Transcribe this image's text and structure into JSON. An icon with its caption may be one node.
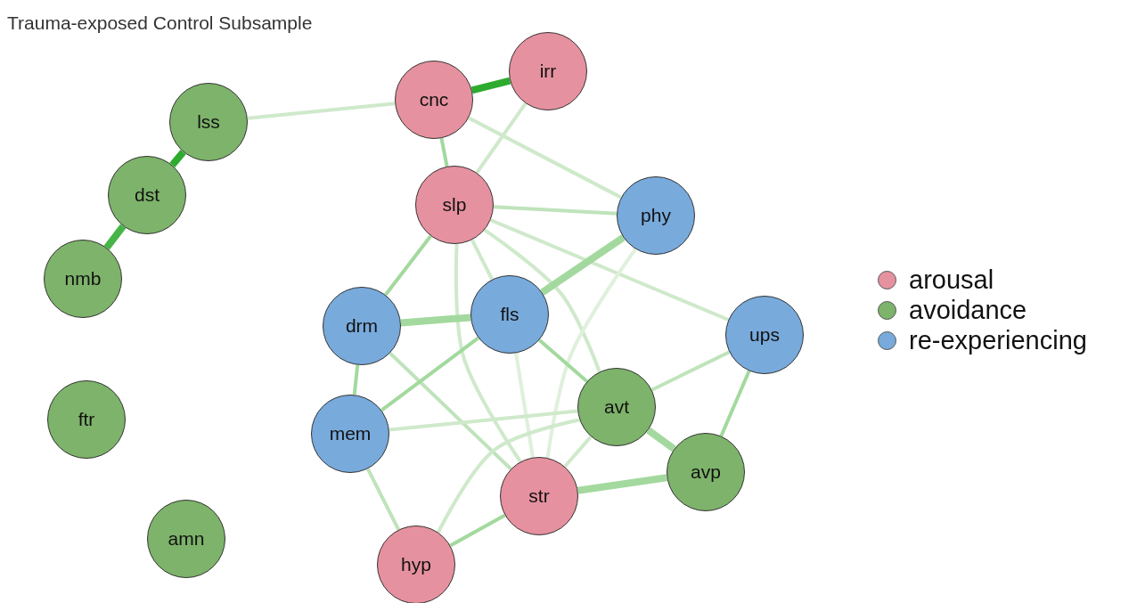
{
  "diagram": {
    "title": "Trauma-exposed Control Subsample",
    "nodes": [
      {
        "text": [
          "cnc"
        ]
      },
      {
        "text": [
          "irr"
        ]
      },
      {
        "text": [
          "lss"
        ]
      },
      {
        "text": [
          "dst"
        ]
      },
      {
        "text": [
          "nmb"
        ]
      },
      {
        "text": [
          "slp"
        ]
      },
      {
        "text": [
          "phy"
        ]
      },
      {
        "text": [
          "drm"
        ]
      },
      {
        "text": [
          "fls"
        ]
      },
      {
        "text": [
          "ups"
        ]
      },
      {
        "text": [
          "ftr"
        ]
      },
      {
        "text": [
          "avt"
        ]
      },
      {
        "text": [
          "mem"
        ]
      },
      {
        "text": [
          "avp"
        ]
      },
      {
        "text": [
          "str"
        ]
      },
      {
        "text": [
          "amn"
        ]
      },
      {
        "text": [
          "hyp"
        ]
      }
    ],
    "edges": [
      {
        "from": 2,
        "to": 0,
        "arrow": "none",
        "color": "#cfe9cb"
      },
      {
        "from": 0,
        "to": 1,
        "arrow": "none",
        "style": "thick",
        "color": "#2eab2e"
      },
      {
        "from": 2,
        "to": 3,
        "arrow": "none",
        "style": "thick",
        "color": "#2eab2e"
      },
      {
        "from": 3,
        "to": 4,
        "arrow": "none",
        "style": "thick",
        "color": "#46b446"
      },
      {
        "from": 0,
        "to": 5,
        "arrow": "none"
      },
      {
        "from": 0,
        "to": 6,
        "arrow": "none",
        "color": "#cfe9cb"
      },
      {
        "from": 1,
        "to": 5,
        "arrow": "none",
        "color": "#cfe9cb"
      },
      {
        "from": 5,
        "to": 6,
        "arrow": "none",
        "color": "#bfe3bb"
      },
      {
        "from": 5,
        "to": 7,
        "arrow": "none"
      },
      {
        "from": 5,
        "to": 8,
        "arrow": "none",
        "color": "#cfe9cb"
      },
      {
        "from": 5,
        "to": 9,
        "arrow": "none",
        "color": "#cfe9cb"
      },
      {
        "from": 5,
        "to": 11,
        "arrow": "none",
        "color": "#cfe9cb"
      },
      {
        "from": 5,
        "to": 14,
        "arrow": "none",
        "color": "#cfe9cb"
      },
      {
        "from": 6,
        "to": 8,
        "arrow": "none",
        "style": "thick"
      },
      {
        "from": 6,
        "to": 14,
        "arrow": "none",
        "color": "#dff0dc"
      },
      {
        "from": 7,
        "to": 8,
        "arrow": "none",
        "style": "thick"
      },
      {
        "from": 7,
        "to": 12,
        "arrow": "none"
      },
      {
        "from": 7,
        "to": 14,
        "arrow": "none",
        "color": "#bfe3bb"
      },
      {
        "from": 8,
        "to": 12,
        "arrow": "none"
      },
      {
        "from": 8,
        "to": 11,
        "arrow": "none"
      },
      {
        "from": 8,
        "to": 14,
        "arrow": "none",
        "color": "#dff0dc"
      },
      {
        "from": 12,
        "to": 11,
        "arrow": "none",
        "color": "#cfe9cb"
      },
      {
        "from": 12,
        "to": 16,
        "arrow": "none",
        "color": "#bfe3bb"
      },
      {
        "from": 11,
        "to": 9,
        "arrow": "none",
        "color": "#bfe3bb"
      },
      {
        "from": 9,
        "to": 13,
        "arrow": "none"
      },
      {
        "from": 11,
        "to": 13,
        "arrow": "none",
        "style": "thick"
      },
      {
        "from": 14,
        "to": 13,
        "arrow": "none",
        "style": "thick"
      },
      {
        "from": 14,
        "to": 11,
        "arrow": "none",
        "color": "#cfe9cb"
      },
      {
        "from": 16,
        "to": 14,
        "arrow": "none"
      },
      {
        "from": 16,
        "to": 11,
        "arrow": "none",
        "color": "#cfe9cb"
      }
    ],
    "legend": [
      {
        "text": "arousal",
        "color": "#e6919f"
      },
      {
        "text": "avoidance",
        "color": "#7db36a"
      },
      {
        "text": "re-experiencing",
        "color": "#78aadc"
      }
    ]
  }
}
